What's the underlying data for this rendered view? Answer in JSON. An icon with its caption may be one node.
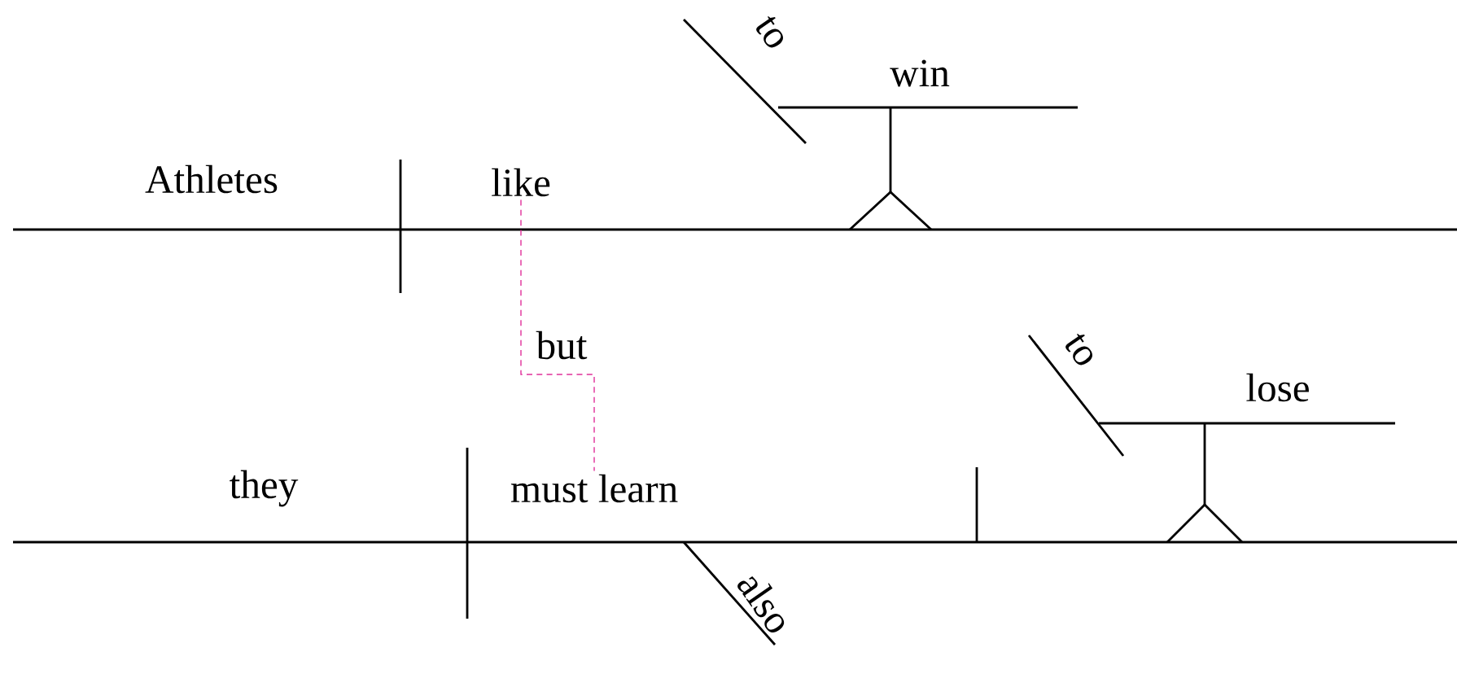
{
  "diagram": {
    "nodes": [
      {
        "text": [
          "Athletes"
        ]
      },
      {
        "text": [
          "like"
        ]
      },
      {
        "text": [
          "to"
        ]
      },
      {
        "text": [
          "win"
        ]
      },
      {
        "text": [
          "they"
        ]
      },
      {
        "text": [
          "must learn"
        ]
      },
      {
        "text": [
          "to"
        ]
      },
      {
        "text": [
          "lose"
        ]
      },
      {
        "text": [
          "also"
        ]
      }
    ],
    "edges": [
      {
        "from": 1,
        "to": 5,
        "arrow": "none",
        "label": "but",
        "style": "dashed",
        "color": "#e0309a"
      }
    ]
  }
}
